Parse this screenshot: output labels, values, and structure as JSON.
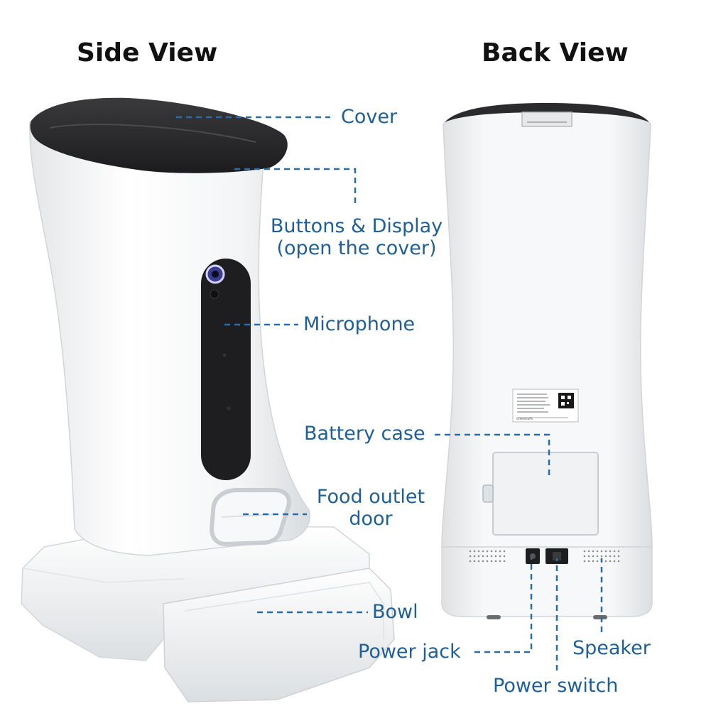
{
  "headings": {
    "side_view": "Side View",
    "back_view": "Back View"
  },
  "labels": {
    "cover": "Cover",
    "buttons_display_line1": "Buttons & Display",
    "buttons_display_line2": "(open the cover)",
    "microphone": "Microphone",
    "battery_case": "Battery case",
    "food_outlet_line1": "Food outlet",
    "food_outlet_line2": "door",
    "bowl": "Bowl",
    "power_jack": "Power jack",
    "speaker": "Speaker",
    "power_switch": "Power switch"
  },
  "colors": {
    "label_text": "#1f5f97",
    "leader_line": "#2c6ca5",
    "heading_text": "#111111",
    "device_body": "#f4f5f6",
    "device_lid": "#2b2b2d"
  },
  "device_label": {
    "brand_text": "Greenstuffs"
  }
}
